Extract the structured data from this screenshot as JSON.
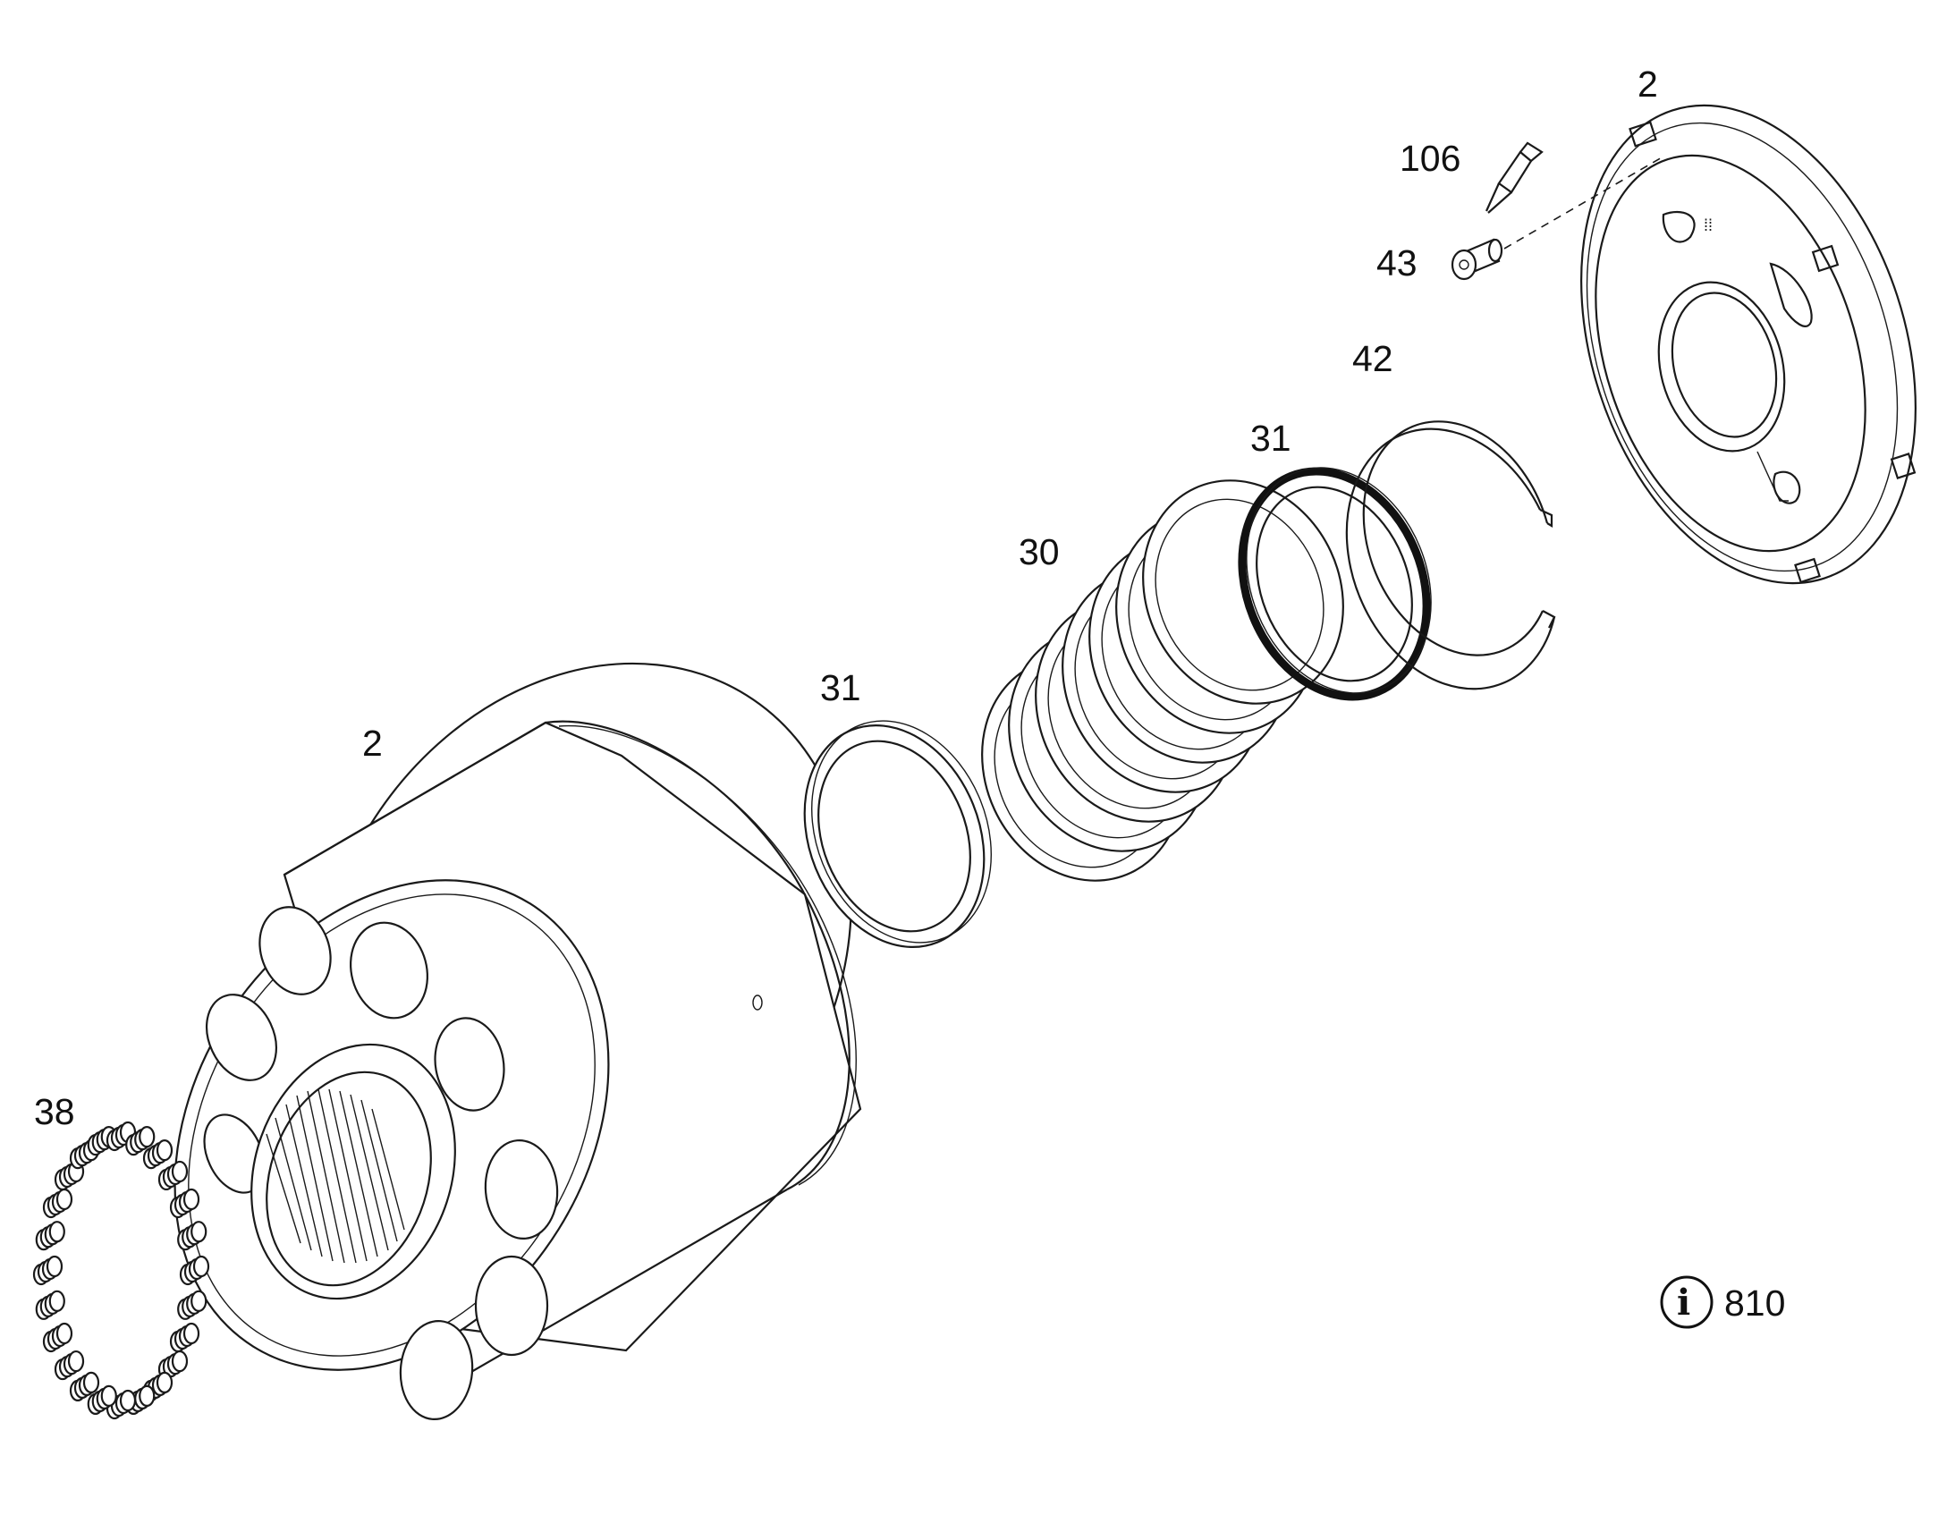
{
  "diagram": {
    "callouts": [
      {
        "id": "c-2-plate",
        "text": "2"
      },
      {
        "id": "c-106",
        "text": "106"
      },
      {
        "id": "c-43",
        "text": "43"
      },
      {
        "id": "c-42",
        "text": "42"
      },
      {
        "id": "c-31-upper",
        "text": "31"
      },
      {
        "id": "c-30",
        "text": "30"
      },
      {
        "id": "c-31-lower",
        "text": "31"
      },
      {
        "id": "c-2-block",
        "text": "2"
      },
      {
        "id": "c-38",
        "text": "38"
      }
    ],
    "info_reference": {
      "icon": "info-circle-icon",
      "glyph": "i",
      "text": "810"
    }
  }
}
